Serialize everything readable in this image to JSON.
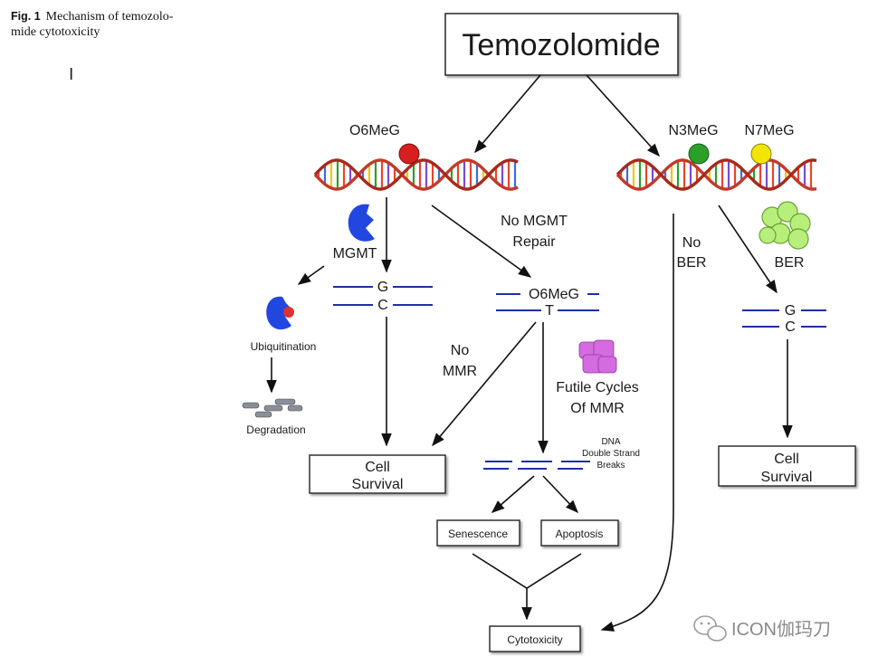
{
  "caption": {
    "fig": "Fig. 1",
    "text_line1": "Mechanism of temozolo-",
    "text_line2": "mide cytotoxicity"
  },
  "cursor_glyph": "I",
  "nodes": {
    "temozolomide": "Temozolomide",
    "o6meg": "O6MeG",
    "n3meg": "N3MeG",
    "n7meg": "N7MeG",
    "mgmt": "MGMT",
    "no_mgmt_1": "No MGMT",
    "no_mgmt_2": "Repair",
    "ubiquitination": "Ubiquitination",
    "degradation": "Degradation",
    "g": "G",
    "c": "C",
    "o6meg_pair": "O6MeG",
    "t": "T",
    "no_mmr_1": "No",
    "no_mmr_2": "MMR",
    "futile_1": "Futile Cycles",
    "futile_2": "Of MMR",
    "dsb_1": "DNA",
    "dsb_2": "Double Strand",
    "dsb_3": "Breaks",
    "cell_survival_left_1": "Cell",
    "cell_survival_left_2": "Survival",
    "senescence": "Senescence",
    "apoptosis": "Apoptosis",
    "cytotoxicity": "Cytotoxicity",
    "no_ber_1": "No",
    "no_ber_2": "BER",
    "ber": "BER",
    "g_right": "G",
    "c_right": "C",
    "cell_survival_right_1": "Cell",
    "cell_survival_right_2": "Survival"
  },
  "watermark": "ICON伽玛刀",
  "colors": {
    "o6meg_dot": "#d62020",
    "n3meg_dot": "#2aa02a",
    "n7meg_dot": "#f2e600",
    "mgmt": "#2247e0",
    "mmr": "#d56be0",
    "ber": "#b8ef7a",
    "dna_backbone": "#c23a2a",
    "dna_line": "#1f2fa8"
  }
}
